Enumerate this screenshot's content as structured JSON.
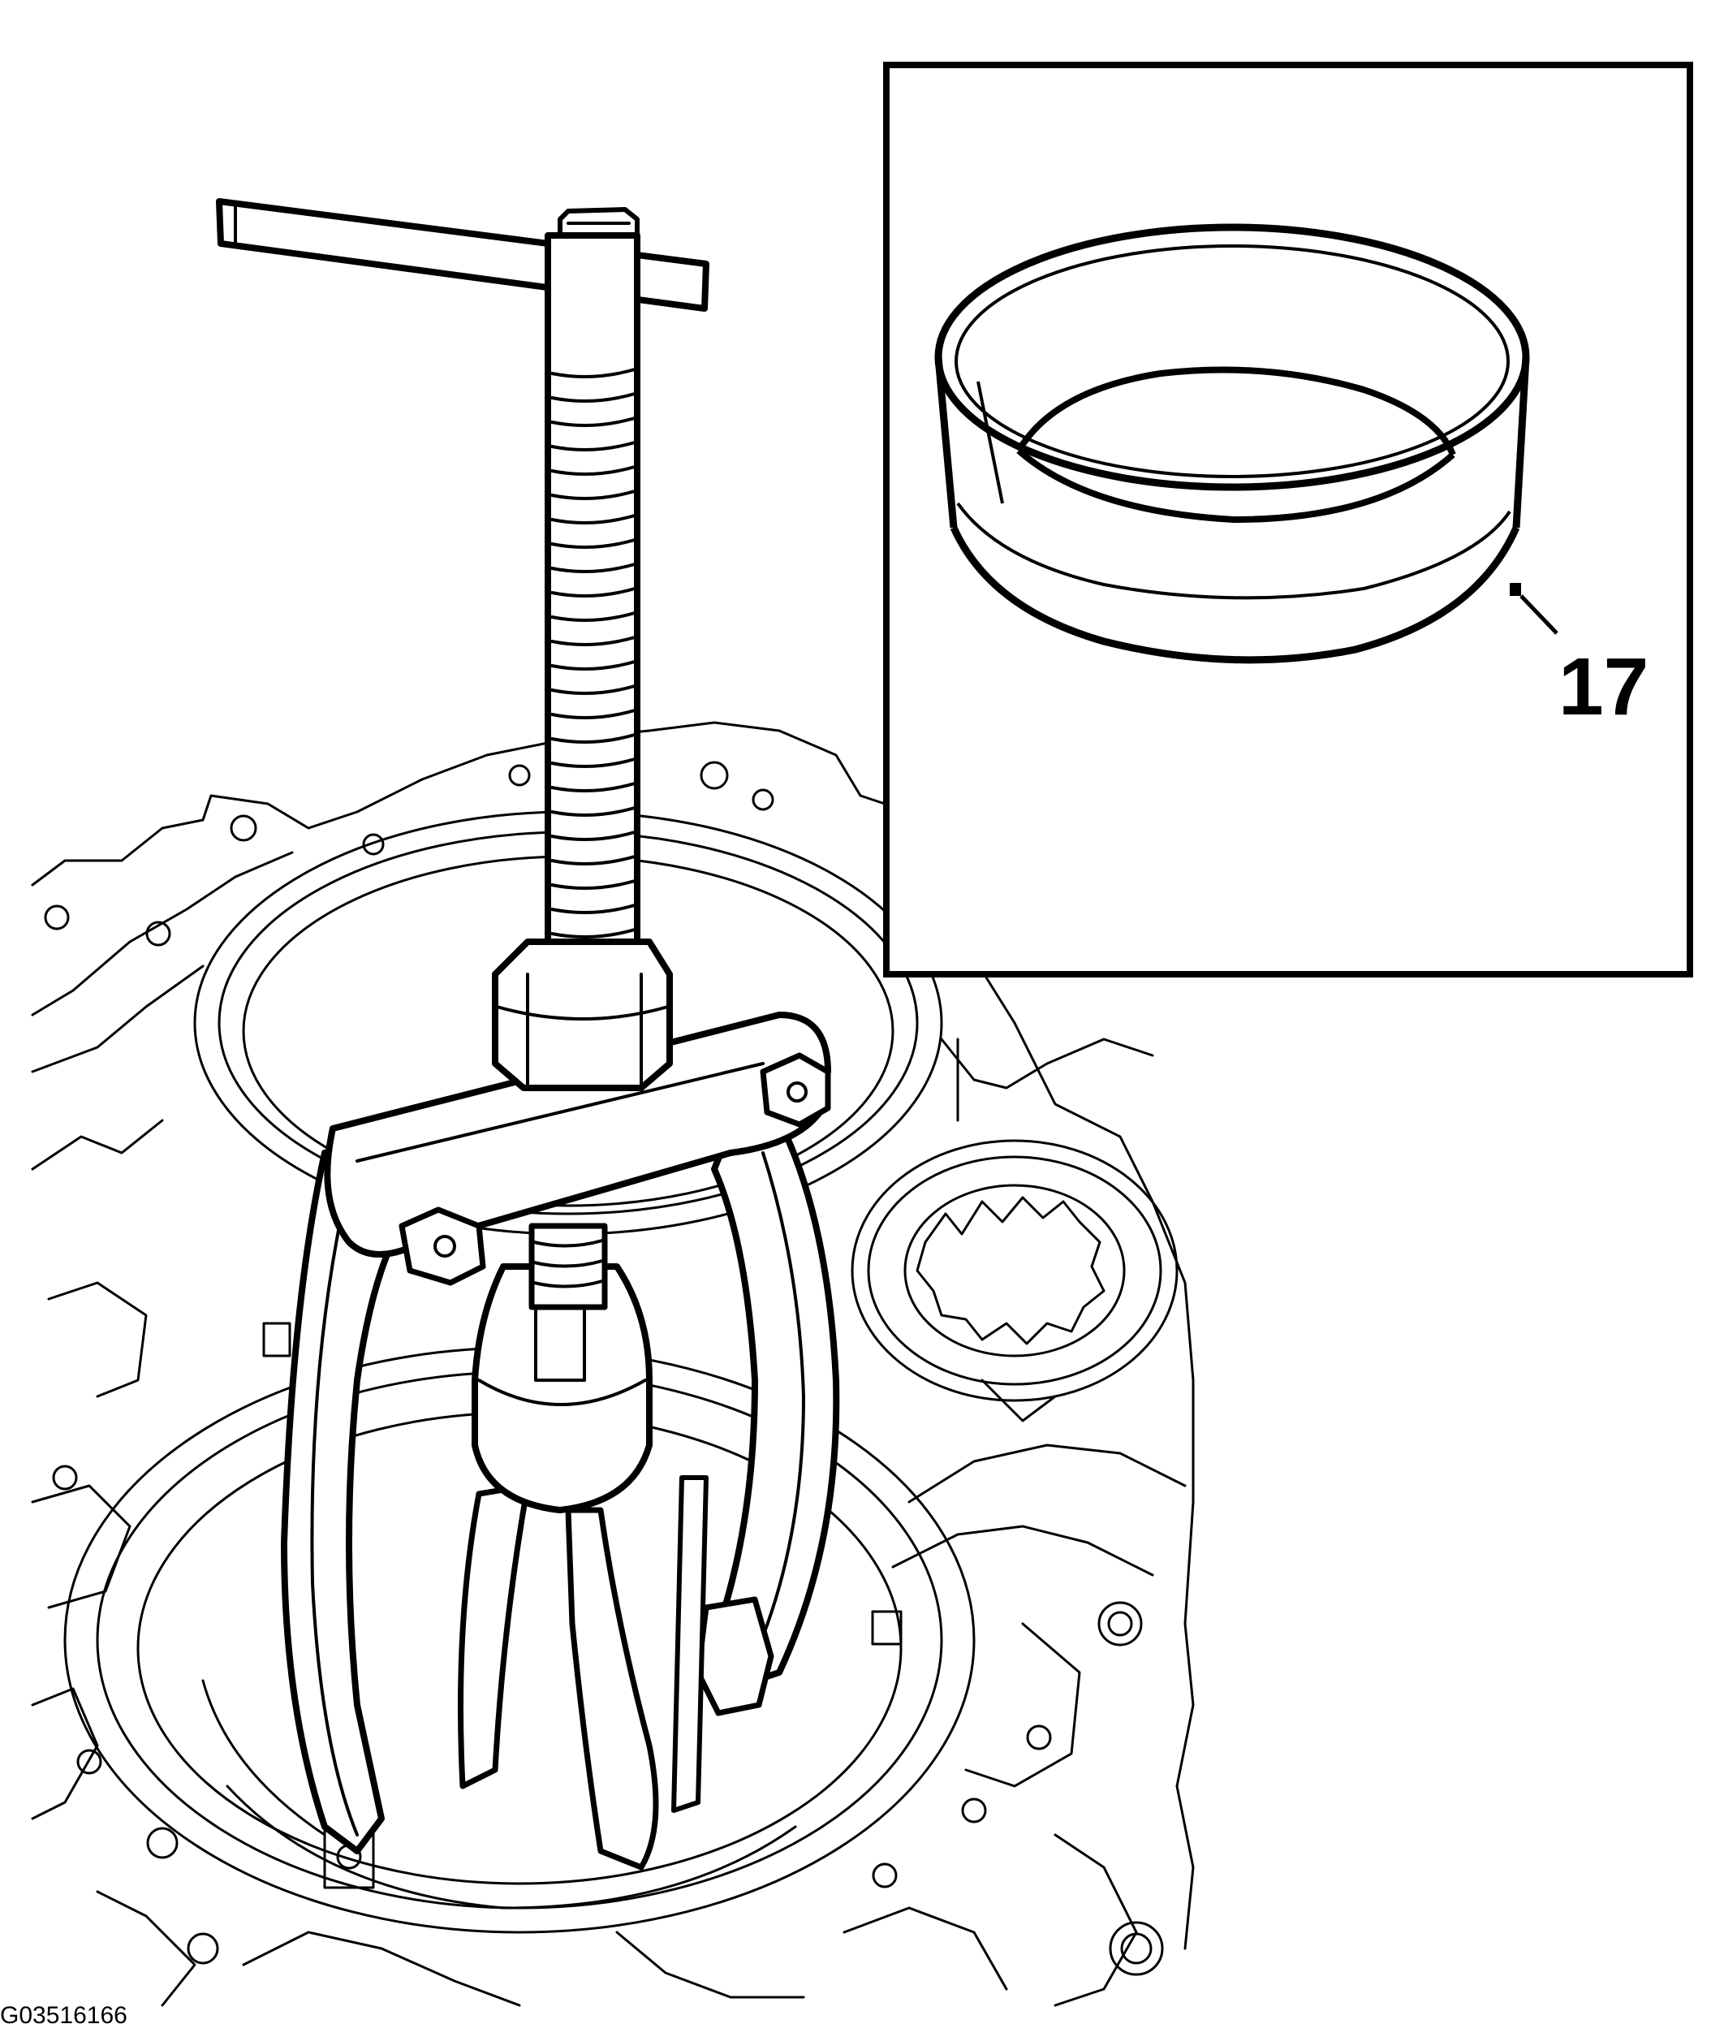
{
  "figure": {
    "code": "G03516166",
    "line_color": "#000000",
    "background_color": "#ffffff"
  },
  "inset": {
    "callout": "17",
    "part": "bearing-race-ring"
  },
  "main_view": {
    "tool": "puller-with-forcing-screw",
    "workpiece": "transmission-case"
  }
}
